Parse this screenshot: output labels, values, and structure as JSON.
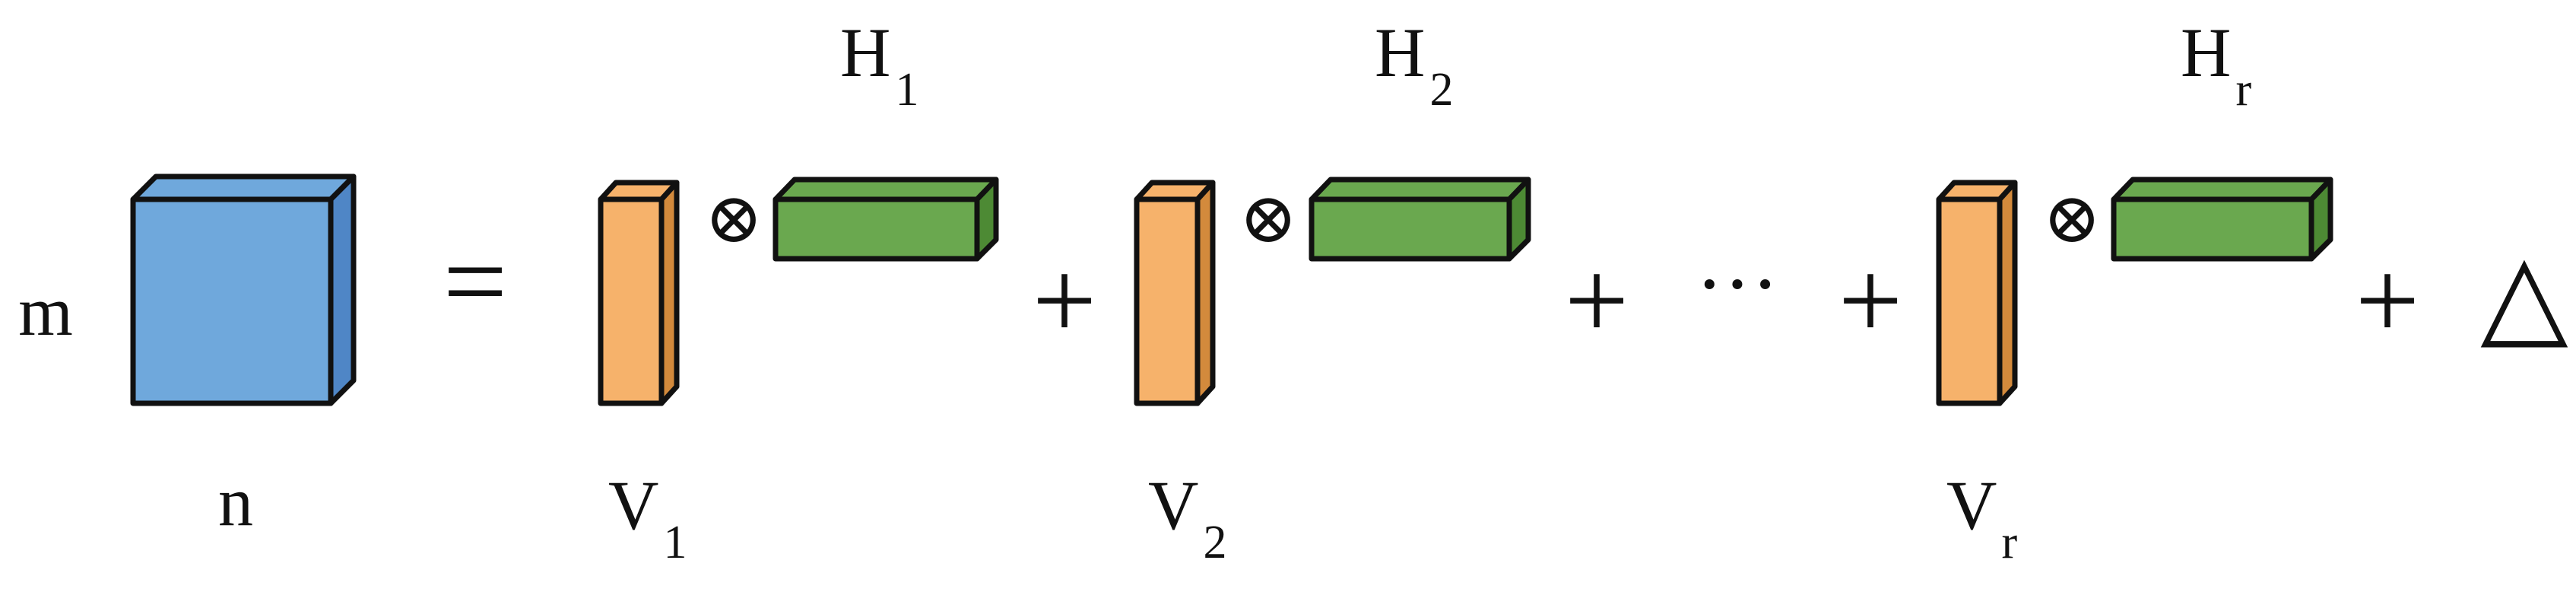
{
  "labels": {
    "rows": "m",
    "cols": "n",
    "equals": "=",
    "plus": "+",
    "ellipsis": "···",
    "residual": "△",
    "kron": "⊗",
    "terms": [
      {
        "v_base": "V",
        "v_sub": "1",
        "h_base": "H",
        "h_sub": "1"
      },
      {
        "v_base": "V",
        "v_sub": "2",
        "h_base": "H",
        "h_sub": "2"
      },
      {
        "v_base": "V",
        "v_sub": "r",
        "h_base": "H",
        "h_sub": "r"
      }
    ]
  },
  "colors": {
    "matrix": "#6fa8dc",
    "matrix_side": "#4f86c6",
    "v_block": "#f6b26b",
    "v_side": "#d38a3c",
    "h_block": "#6aa84f",
    "h_side": "#4d8a34",
    "stroke": "#111111"
  }
}
